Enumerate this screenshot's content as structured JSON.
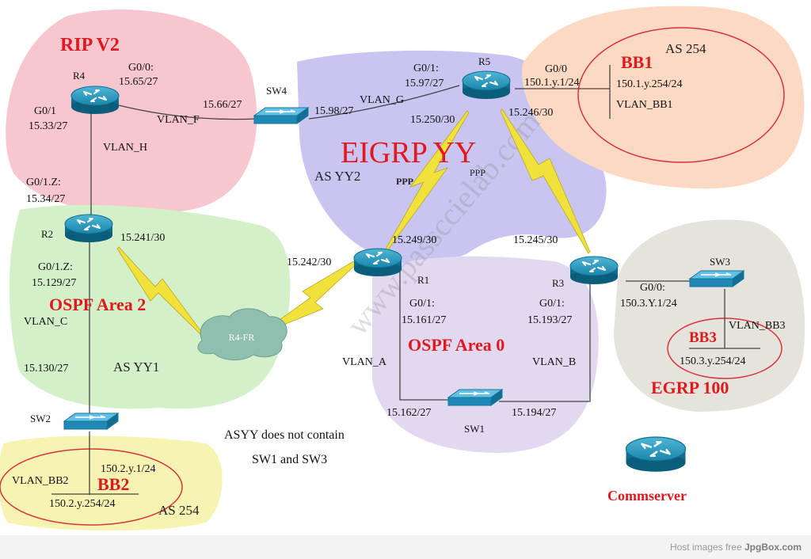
{
  "colors": {
    "rip_zone": "#f7c6cf",
    "ospf2_zone": "#d3f0c9",
    "eigrp_zone": "#c9c4f0",
    "bb1_zone": "#fbd9c3",
    "ospf0_zone": "#e2d8f0",
    "egrp_zone": "#e6e3dc",
    "bb2_zone": "#f7f3b3",
    "red_label": "#e0191e",
    "router_fill": "#1c8bb0",
    "switch_fill": "#2d97c2",
    "serial_link": "#f0e23a",
    "frame_cloud": "#8fbfae",
    "watermark": "#8a8a8a"
  },
  "areas": {
    "rip": "RIP V2",
    "eigrp": "EIGRP YY",
    "eigrp_as": "AS YY2",
    "ospf2": "OSPF Area 2",
    "ospf2_as": "AS YY1",
    "ospf0": "OSPF Area 0",
    "egrp": "EGRP 100",
    "bb1": "BB1",
    "bb1_as": "AS 254",
    "bb2": "BB2",
    "bb2_as": "AS 254",
    "bb3": "BB3"
  },
  "devices": {
    "r1": "R1",
    "r2": "R2",
    "r3": "R3",
    "r4": "R4",
    "r5": "R5",
    "sw1": "SW1",
    "sw2": "SW2",
    "sw3": "SW3",
    "sw4": "SW4",
    "frame": "R4-FR",
    "commserver": "Commserver"
  },
  "labels": {
    "r4_g00_a": "G0/0:",
    "r4_g00_b": "15.65/27",
    "r4_g01_a": "G0/1",
    "r4_g01_b": "15.33/27",
    "sw4_left": "15.66/27",
    "vlan_f": "VLAN_F",
    "vlan_h": "VLAN_H",
    "r2_g01z_a": "G0/1.Z:",
    "r2_g01z_b": "15.34/27",
    "r5_g01_a": "G0/1:",
    "r5_g01_b": "15.97/27",
    "vlan_g": "VLAN_G",
    "sw4_right": "15.98/27",
    "r5_s_250": "15.250/30",
    "r5_s_246": "15.246/30",
    "r5_g00": "G0/0",
    "r5_g00_ip": "150.1.y.1/24",
    "bb1_ip": "150.1.y.254/24",
    "vlan_bb1": "VLAN_BB1",
    "ppp_left": "PPP",
    "ppp_right": "PPP",
    "r2_serial": "15.241/30",
    "r2_lan_a": "G0/1.Z:",
    "r2_lan_b": "15.129/27",
    "vlan_c": "VLAN_C",
    "sw2_up": "15.130/27",
    "r1_serial_fr": "15.242/30",
    "r1_serial_249": "15.249/30",
    "r3_serial_245": "15.245/30",
    "r1_g01_a": "G0/1:",
    "r1_g01_b": "15.161/27",
    "vlan_a": "VLAN_A",
    "sw1_left": "15.162/27",
    "r3_g01_a": "G0/1:",
    "r3_g01_b": "15.193/27",
    "vlan_b": "VLAN_B",
    "sw1_right": "15.194/27",
    "r3_g00_a": "G0/0:",
    "r3_g00_b": "150.3.Y.1/24",
    "vlan_bb3": "VLAN_BB3",
    "bb3_ip": "150.3.y.254/24",
    "bb2_gw": "150.2.y.1/24",
    "vlan_bb2": "VLAN_BB2",
    "bb2_ip": "150.2.y.254/24",
    "note_line1": "ASYY does not contain",
    "note_line2": "SW1 and SW3"
  },
  "watermark": "www.passccielab.com",
  "footer": {
    "prefix": "Host images free ",
    "brand": "JpgBox.com"
  }
}
